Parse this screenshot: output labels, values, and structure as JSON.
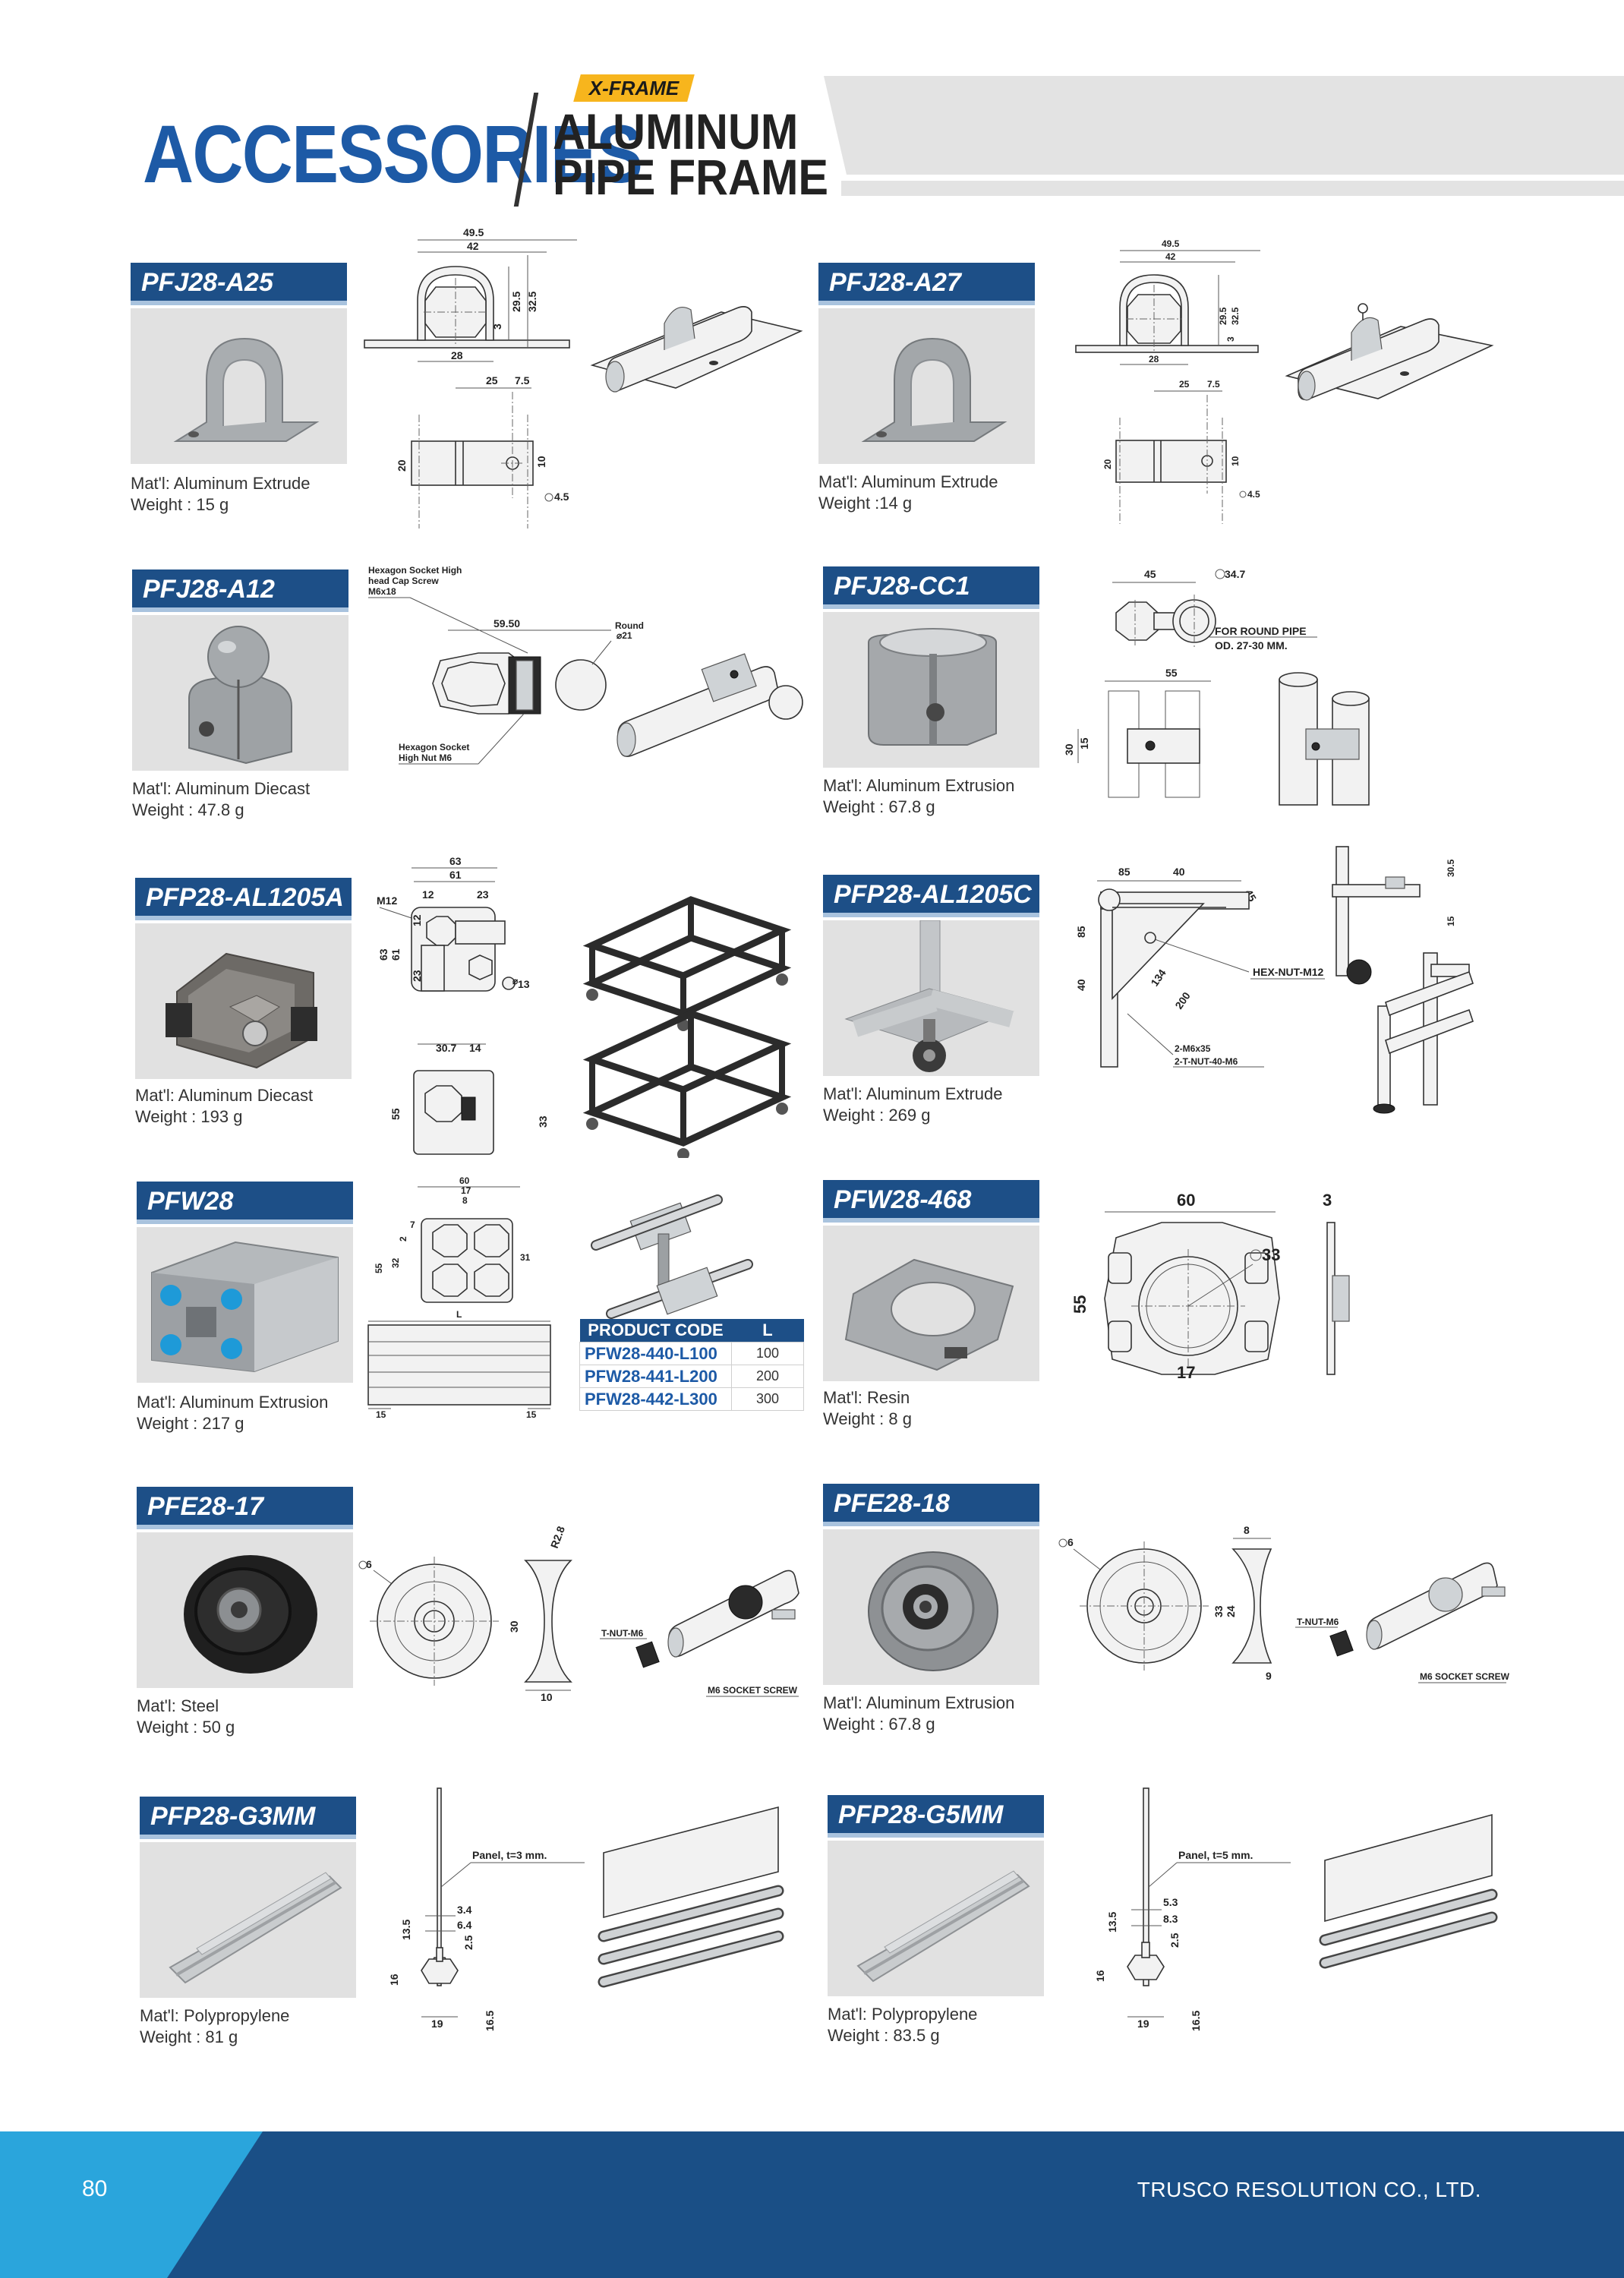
{
  "header": {
    "title": "ACCESSORIES",
    "badge": "X-FRAME",
    "subtitle_line1": "ALUMINUM",
    "subtitle_line2": "PIPE FRAME"
  },
  "products": [
    {
      "code": "PFJ28-A25",
      "material": "Mat'l: Aluminum Extrude",
      "weight": "Weight : 15 g"
    },
    {
      "code": "PFJ28-A27",
      "material": "Mat'l: Aluminum Extrude",
      "weight": "Weight :14 g"
    },
    {
      "code": "PFJ28-A12",
      "material": "Mat'l: Aluminum Diecast",
      "weight": "Weight : 47.8 g"
    },
    {
      "code": "PFJ28-CC1",
      "material": "Mat'l: Aluminum Extrusion",
      "weight": "Weight : 67.8 g"
    },
    {
      "code": "PFP28-AL1205A",
      "material": "Mat'l: Aluminum Diecast",
      "weight": "Weight : 193 g"
    },
    {
      "code": "PFP28-AL1205C",
      "material": "Mat'l: Aluminum Extrude",
      "weight": "Weight : 269 g"
    },
    {
      "code": "PFW28",
      "material": "Mat'l: Aluminum Extrusion",
      "weight": "Weight : 217 g"
    },
    {
      "code": "PFW28-468",
      "material": "Mat'l: Resin",
      "weight": "Weight : 8 g"
    },
    {
      "code": "PFE28-17",
      "material": "Mat'l: Steel",
      "weight": "Weight : 50 g"
    },
    {
      "code": "PFE28-18",
      "material": "Mat'l: Aluminum Extrusion",
      "weight": "Weight : 67.8 g"
    },
    {
      "code": "PFP28-G3MM",
      "material": "Mat'l: Polypropylene",
      "weight": "Weight : 81 g"
    },
    {
      "code": "PFP28-G5MM",
      "material": "Mat'l: Polypropylene",
      "weight": "Weight : 83.5 g"
    }
  ],
  "drawings": {
    "a25": {
      "w1": "49.5",
      "w2": "42",
      "h1": "29.5",
      "h2": "32.5",
      "t": "3",
      "base": "28",
      "s1": "25",
      "s2": "7.5",
      "side_h": "20",
      "side_h2": "10",
      "hole": "4.5"
    },
    "a27": {
      "w1": "49.5",
      "w2": "42",
      "h1": "29.5",
      "h2": "32.5",
      "t": "3",
      "base": "28",
      "s1": "25",
      "s2": "7.5",
      "side_h": "20",
      "side_h2": "10",
      "hole": "4.5"
    },
    "a12": {
      "screw1": "Hexagon Socket High",
      "screw2": "head Cap Screw",
      "screw3": "M6x18",
      "len": "59.50",
      "round1": "Round",
      "round2": "⌀21",
      "nut1": "Hexagon Socket",
      "nut2": "High Nut M6"
    },
    "cc1": {
      "w": "45",
      "dia": "34.7",
      "note1": "FOR ROUND PIPE",
      "note2": "OD. 27-30 MM.",
      "w2": "55",
      "h1": "30",
      "h2": "15"
    },
    "al1205a": {
      "w1": "63",
      "w2": "61",
      "m": "M12",
      "d12": "12",
      "d23": "23",
      "h1": "63",
      "h2": "61",
      "v12": "12",
      "v23": "23",
      "hole": "13",
      "b1": "30.7",
      "b2": "14",
      "sh": "55",
      "sh2": "33"
    },
    "al1205c": {
      "w1": "85",
      "w2": "40",
      "ang": "45",
      "h1": "85",
      "h2": "40",
      "nut": "HEX-NUT-M12",
      "d134": "134",
      "d200": "200",
      "s1": "2-M6x35",
      "s2": "2-T-NUT-40-M6",
      "p1": "30.5",
      "p2": "15"
    },
    "pfw28": {
      "w1": "60",
      "w2": "17",
      "w3": "8",
      "v1": "55",
      "v2": "32",
      "v3": "2",
      "v4": "31",
      "v5": "7",
      "len": "L",
      "e1": "15",
      "e2": "15"
    },
    "pfw468": {
      "w": "60",
      "t": "3",
      "h": "55",
      "dia": "33",
      "b": "17"
    },
    "pfe17": {
      "hole": "6",
      "dia": "30",
      "r": "R2.8",
      "w": "10",
      "nut": "T-NUT-M6",
      "screw": "M6 SOCKET SCREW"
    },
    "pfe18": {
      "hole": "6",
      "d1": "33",
      "d2": "24",
      "t1": "8",
      "t2": "9",
      "nut": "T-NUT-M6",
      "screw": "M6 SOCKET SCREW"
    },
    "g3": {
      "panel": "Panel, t=3 mm.",
      "a": "3.4",
      "b": "6.4",
      "c": "2.5",
      "h": "13.5",
      "h2": "16",
      "w": "19",
      "w2": "16.5"
    },
    "g5": {
      "panel": "Panel, t=5 mm.",
      "a": "5.3",
      "b": "8.3",
      "c": "2.5",
      "h": "13.5",
      "h2": "16",
      "w": "19",
      "w2": "16.5"
    }
  },
  "table": {
    "headers": [
      "PRODUCT CODE",
      "L"
    ],
    "rows": [
      {
        "code": "PFW28-440-L100",
        "l": "100"
      },
      {
        "code": "PFW28-441-L200",
        "l": "200"
      },
      {
        "code": "PFW28-442-L300",
        "l": "300"
      }
    ]
  },
  "footer": {
    "page": "80",
    "company": "TRUSCO RESOLUTION CO., LTD."
  },
  "colors": {
    "brand_blue": "#1d5aa6",
    "title_bar": "#1d4f87",
    "badge": "#f7b51d",
    "footer": "#1a4f86",
    "footer_light": "#2aa5dc"
  }
}
